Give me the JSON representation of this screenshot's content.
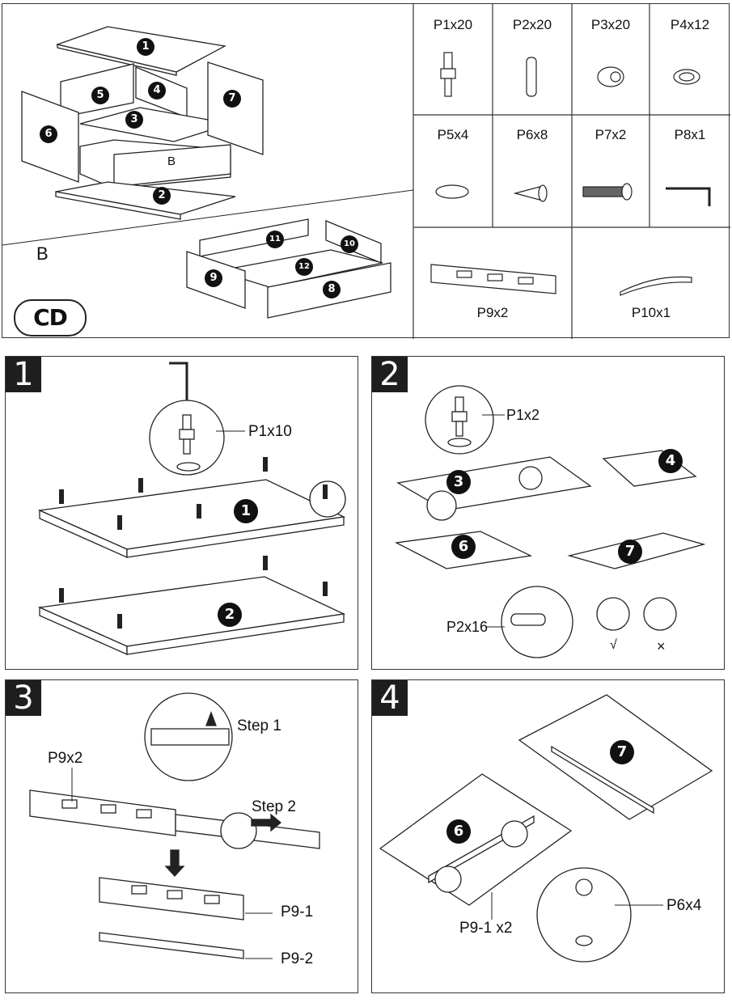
{
  "overview": {
    "section_label": "B",
    "badge": "CD",
    "drawer_label": "B",
    "panel_numbers": [
      "1",
      "2",
      "3",
      "4",
      "5",
      "6",
      "7",
      "8",
      "9",
      "10",
      "11",
      "12"
    ]
  },
  "parts": [
    {
      "label": "P1x20",
      "icon": "cam-bolt-icon"
    },
    {
      "label": "P2x20",
      "icon": "wooden-dowel-icon"
    },
    {
      "label": "P3x20",
      "icon": "cam-lock-icon"
    },
    {
      "label": "P4x12",
      "icon": "cover-cap-icon"
    },
    {
      "label": "P5x4",
      "icon": "felt-pad-icon"
    },
    {
      "label": "P6x8",
      "icon": "wood-screw-icon"
    },
    {
      "label": "P7x2",
      "icon": "machine-screw-icon"
    },
    {
      "label": "P8x1",
      "icon": "allen-key-icon"
    },
    {
      "label": "P9x2",
      "icon": "drawer-slide-icon"
    },
    {
      "label": "P10x1",
      "icon": "handle-icon"
    }
  ],
  "steps": [
    {
      "number": "1",
      "callouts": {
        "hardware": "P1x10"
      },
      "panels": [
        "1",
        "2"
      ]
    },
    {
      "number": "2",
      "callouts": {
        "hardware": "P1x2",
        "dowel": "P2x16",
        "ok": "√",
        "wrong": "×"
      },
      "panels": [
        "3",
        "4",
        "6",
        "7"
      ]
    },
    {
      "number": "3",
      "callouts": {
        "step1": "Step 1",
        "step2": "Step 2",
        "slide": "P9x2",
        "inner": "P9-1",
        "outer": "P9-2"
      }
    },
    {
      "number": "4",
      "callouts": {
        "slide": "P9-1 x2",
        "screw": "P6x4"
      },
      "panels": [
        "6",
        "7"
      ]
    }
  ]
}
